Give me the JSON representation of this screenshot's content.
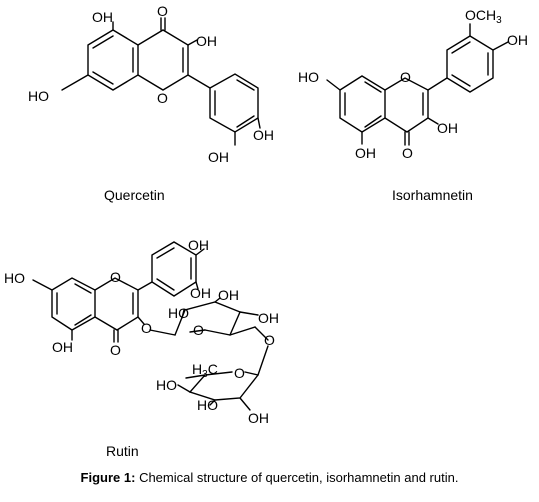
{
  "structures": [
    {
      "name": "Quercetin",
      "labels": {
        "oh_top": "OH",
        "ketone_o": "O",
        "oh_c3": "OH",
        "ho_c7": "HO",
        "ring_o": "O",
        "oh_c4p": "OH",
        "oh_c3p": "OH"
      }
    },
    {
      "name": "Isorhamnetin",
      "labels": {
        "och3_och": "OCH",
        "och3_sub": "3",
        "oh_c4p": "OH",
        "ho_c7": "HO",
        "ring_o": "O",
        "oh_c3": "OH",
        "oh_c5": "OH",
        "ketone_o": "O"
      }
    },
    {
      "name": "Rutin",
      "labels": {
        "oh_c4p": "OH",
        "oh_c3p": "OH",
        "ho_c7": "HO",
        "ring_o": "O",
        "glyc_o": "O",
        "oh_c5": "OH",
        "ketone_o": "O",
        "glu_ho": "HO",
        "glu_oh_top": "OH",
        "glu_ring_o": "O",
        "glu_oh_right": "OH",
        "link_o": "O",
        "rha_h3c_h": "H",
        "rha_h3c_sub": "3",
        "rha_h3c_c": "C",
        "rha_ring_o": "O",
        "rha_ho_left": "HO",
        "rha_ho_bottom": "HO",
        "rha_oh_bottom": "OH"
      }
    }
  ],
  "caption": {
    "bold": "Figure 1:",
    "text": " Chemical structure of quercetin, isorhamnetin and rutin."
  }
}
